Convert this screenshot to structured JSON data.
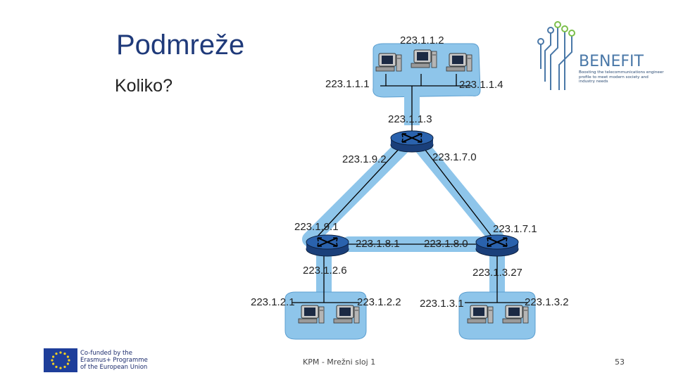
{
  "slide": {
    "title": "Podmreže",
    "subtitle": "Koliko?",
    "footer": "KPM - Mrežni sloj 1",
    "page_number": "53"
  },
  "logo": {
    "name": "BENEFIT",
    "tagline": "Boosting the telecommunications engineer profile to meet modern society and industry needs",
    "accent_color": "#4a78a8",
    "dot_color": "#7bbf4a"
  },
  "eu_badge": {
    "text": "Co-funded by the\nErasmus+ Programme\nof the European Union",
    "flag_color": "#1e3e9a",
    "star_color": "#f5d21f"
  },
  "network": {
    "subnet_color": "#8ec5ea",
    "labels": {
      "top_pc_middle": "223.1.1.2",
      "top_pc_left": "223.1.1.1",
      "top_pc_right": "223.1.1.4",
      "router_top_if": "223.1.1.3",
      "router_top_left_if": "223.1.9.2",
      "router_top_right_if": "223.1.7.0",
      "router_left_top_if": "223.1.9.1",
      "router_left_right_if": "223.1.8.1",
      "router_right_left_if": "223.1.8.0",
      "router_right_top_if": "223.1.7.1",
      "router_left_bottom_if": "223.1.2.6",
      "router_right_bottom_if": "223.1.3.27",
      "bl_pc_left": "223.1.2.1",
      "bl_pc_right": "223.1.2.2",
      "br_pc_left": "223.1.3.1",
      "br_pc_right": "223.1.3.2"
    }
  }
}
